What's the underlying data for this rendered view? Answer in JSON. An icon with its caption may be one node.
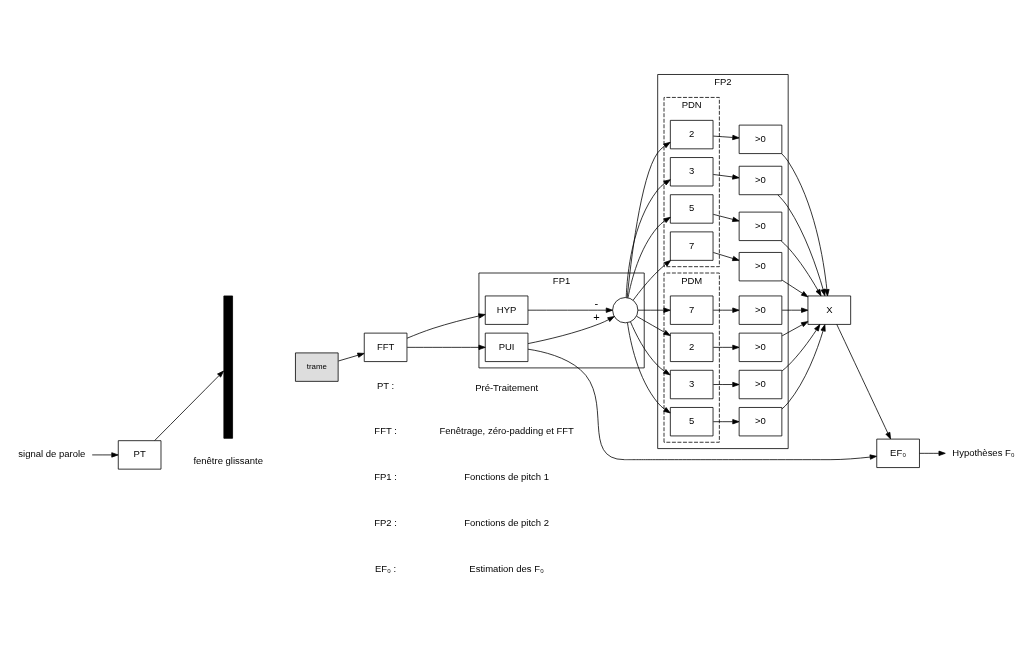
{
  "diagram": {
    "nodes": [
      {
        "text": [
          "signal de parole"
        ]
      },
      {
        "text": [
          "PT"
        ]
      },
      {
        "text": [],
        "shape": "bar"
      },
      {
        "text": [
          "trame"
        ]
      },
      {
        "text": [
          "FFT"
        ]
      },
      {
        "text": [
          "FP1"
        ]
      },
      {
        "text": [
          "PUI"
        ],
        "in": 5
      },
      {
        "text": [
          "HYP"
        ],
        "in": 5
      },
      {
        "text": [],
        "shape": "circle",
        "in": 5
      },
      {
        "text": [
          "FP2"
        ]
      },
      {
        "text": [
          "PDN"
        ],
        "in": 9
      },
      {
        "text": [
          "2"
        ],
        "in": 10
      },
      {
        "text": [
          "3"
        ],
        "in": 10
      },
      {
        "text": [
          "5"
        ],
        "in": 10
      },
      {
        "text": [
          "7"
        ],
        "in": 10
      },
      {
        "text": [
          ">0"
        ],
        "in": 9
      },
      {
        "text": [
          ">0"
        ],
        "in": 9
      },
      {
        "text": [
          ">0"
        ],
        "in": 9
      },
      {
        "text": [
          ">0"
        ],
        "in": 9
      },
      {
        "text": [
          "PDM"
        ],
        "in": 9
      },
      {
        "text": [
          "2"
        ],
        "in": 19
      },
      {
        "text": [
          "3"
        ],
        "in": 19
      },
      {
        "text": [
          "5"
        ],
        "in": 19
      },
      {
        "text": [
          "7"
        ],
        "in": 19
      },
      {
        "text": [
          ">0"
        ],
        "in": 9
      },
      {
        "text": [
          ">0"
        ],
        "in": 9
      },
      {
        "text": [
          ">0"
        ],
        "in": 9
      },
      {
        "text": [
          ">0"
        ],
        "in": 9
      },
      {
        "text": [
          "X"
        ]
      },
      {
        "text": [
          "EF₀"
        ]
      },
      {
        "text": [
          "Hypothèses F₀"
        ]
      }
    ],
    "edges": [
      {
        "from": 0,
        "to": 1,
        "arrow": "to"
      },
      {
        "from": 1,
        "to": 2,
        "arrow": "to"
      },
      {
        "from": 3,
        "to": 4,
        "arrow": "to"
      },
      {
        "from": 4,
        "to": 6,
        "arrow": "to"
      },
      {
        "from": 4,
        "to": 7,
        "arrow": "to"
      },
      {
        "from": 6,
        "to": 8,
        "arrow": "to",
        "label": "+"
      },
      {
        "from": 7,
        "to": 8,
        "arrow": "to",
        "label": "-"
      },
      {
        "from": 6,
        "to": 29,
        "arrow": "to"
      },
      {
        "from": 8,
        "to": 11,
        "arrow": "to"
      },
      {
        "from": 8,
        "to": 12,
        "arrow": "to"
      },
      {
        "from": 8,
        "to": 13,
        "arrow": "to"
      },
      {
        "from": 8,
        "to": 14,
        "arrow": "to"
      },
      {
        "from": 8,
        "to": 20,
        "arrow": "to"
      },
      {
        "from": 8,
        "to": 21,
        "arrow": "to"
      },
      {
        "from": 8,
        "to": 22,
        "arrow": "to"
      },
      {
        "from": 8,
        "to": 23,
        "arrow": "to"
      },
      {
        "from": 11,
        "to": 15,
        "arrow": "to"
      },
      {
        "from": 12,
        "to": 16,
        "arrow": "to"
      },
      {
        "from": 13,
        "to": 17,
        "arrow": "to"
      },
      {
        "from": 14,
        "to": 18,
        "arrow": "to"
      },
      {
        "from": 20,
        "to": 24,
        "arrow": "to"
      },
      {
        "from": 21,
        "to": 25,
        "arrow": "to"
      },
      {
        "from": 22,
        "to": 26,
        "arrow": "to"
      },
      {
        "from": 23,
        "to": 27,
        "arrow": "to"
      },
      {
        "from": 15,
        "to": 28,
        "arrow": "to"
      },
      {
        "from": 16,
        "to": 28,
        "arrow": "to"
      },
      {
        "from": 17,
        "to": 28,
        "arrow": "to"
      },
      {
        "from": 18,
        "to": 28,
        "arrow": "to"
      },
      {
        "from": 24,
        "to": 28,
        "arrow": "to"
      },
      {
        "from": 25,
        "to": 28,
        "arrow": "to"
      },
      {
        "from": 26,
        "to": 28,
        "arrow": "to"
      },
      {
        "from": 27,
        "to": 28,
        "arrow": "to"
      },
      {
        "from": 28,
        "to": 29,
        "arrow": "to"
      },
      {
        "from": 29,
        "to": 30,
        "arrow": "to"
      }
    ],
    "labels": [
      "fenêtre glissante",
      "PT :",
      "Pré-Traitement",
      "FFT :",
      "Fenêtrage, zéro-padding et FFT",
      "FP1 :",
      "Fonctions de pitch 1",
      "FP2 :",
      "Fonctions de pitch 2",
      "EF₀ :",
      "Estimation des F₀"
    ]
  }
}
